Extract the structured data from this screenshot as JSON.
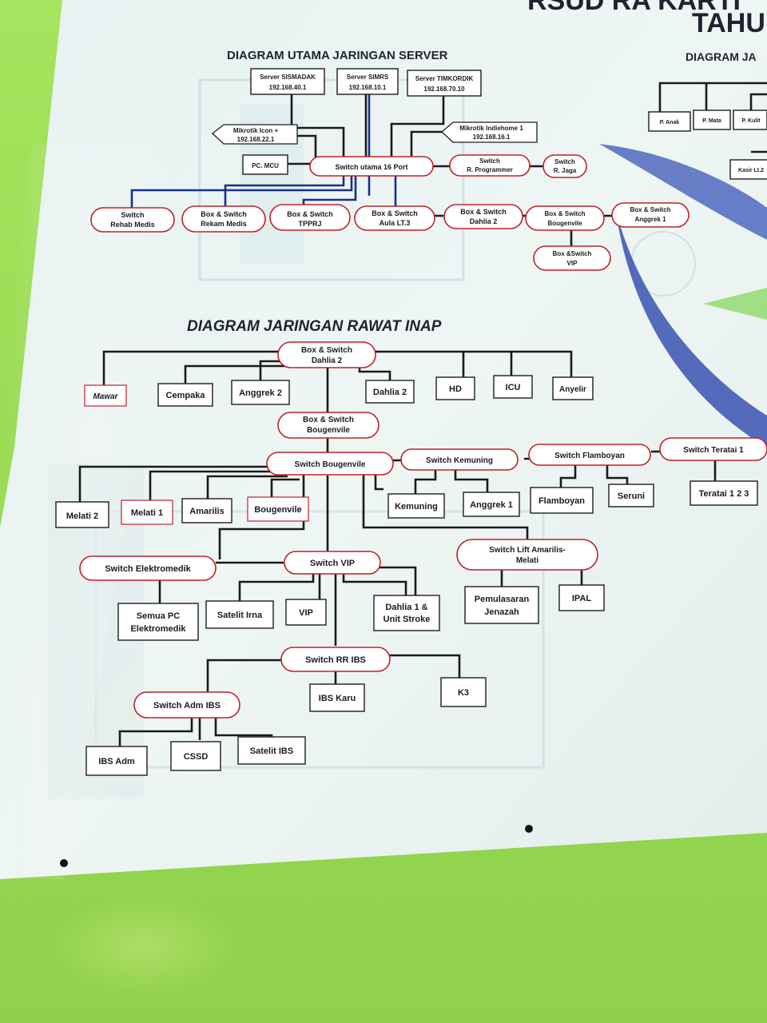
{
  "header": {
    "top_right_line1": "RSUD RA KARTI",
    "top_right_line2": "TAHU"
  },
  "server_diagram": {
    "title": "DIAGRAM UTAMA JARINGAN SERVER",
    "servers": [
      {
        "name": "Server SISMADAK",
        "ip": "192.168.40.1"
      },
      {
        "name": "Server SIMRS",
        "ip": "192.168.10.1"
      },
      {
        "name": "Server TIMKORDIK",
        "ip": "192.168.70.10"
      }
    ],
    "mikrotik_left": {
      "name": "Mikrotik Icon +",
      "ip": "192.168.22.1"
    },
    "mikrotik_right": {
      "name": "Mikrotik Indiehome 1",
      "ip": "192.168.16.1"
    },
    "pc_mcu": "PC. MCU",
    "switch_main": "Switch utama 16 Port",
    "switch_programmer": {
      "line1": "Switch",
      "line2": "R. Programmer"
    },
    "switch_jaga": {
      "line1": "Switch",
      "line2": "R. Jaga"
    },
    "branches": [
      {
        "line1": "Switch",
        "line2": "Rehab Medis"
      },
      {
        "line1": "Box & Switch",
        "line2": "Rekam Medis"
      },
      {
        "line1": "Box & Switch",
        "line2": "TPPRJ"
      },
      {
        "line1": "Box & Switch",
        "line2": "Aula LT.3"
      },
      {
        "line1": "Box & Switch",
        "line2": "Dahlia 2"
      },
      {
        "line1": "Box & Switch",
        "line2": "Bougenvile"
      },
      {
        "line1": "Box & Switch",
        "line2": "Anggrek 1"
      }
    ],
    "vip_box": {
      "line1": "Box &Switch",
      "line2": "VIP"
    }
  },
  "right_diagram": {
    "title": "DIAGRAM JA",
    "nodes": [
      "P. Anak",
      "P. Mata",
      "P. Kulit",
      "Kasir Lt.2"
    ]
  },
  "inpatient_diagram": {
    "title": "DIAGRAM JARINGAN RAWAT INAP",
    "root": {
      "line1": "Box & Switch",
      "line2": "Dahlia 2"
    },
    "root_children": [
      "Mawar",
      "Cempaka",
      "Anggrek 2",
      "Dahlia 2",
      "HD",
      "ICU",
      "Anyelir"
    ],
    "box_bougenvile": {
      "line1": "Box & Switch",
      "line2": "Bougenvile"
    },
    "switch_bougenvile": "Switch Bougenvile",
    "bougenvile_children": [
      "Melati 2",
      "Melati 1",
      "Amarilis",
      "Bougenvile"
    ],
    "switch_kemuning": "Switch Kemuning",
    "kemuning_children": [
      "Kemuning",
      "Anggrek 1"
    ],
    "switch_flamboyan": "Switch Flamboyan",
    "flamboyan_children": [
      "Flamboyan",
      "Seruni"
    ],
    "switch_teratai": "Switch Teratai 1",
    "teratai_children": [
      "Teratai 1 2 3"
    ],
    "switch_elektromedik": "Switch Elektromedik",
    "elektromedik_child": {
      "line1": "Semua PC",
      "line2": "Elektromedik"
    },
    "switch_vip": "Switch VIP",
    "vip_children": [
      "Satelit Irna",
      "VIP"
    ],
    "vip_child_dahlia": {
      "line1": "Dahlia 1 &",
      "line2": "Unit Stroke"
    },
    "switch_lift": {
      "line1": "Switch Lift Amarilis-",
      "line2": "Melati"
    },
    "lift_child_pemulasaran": {
      "line1": "Pemulasaran",
      "line2": "Jenazah"
    },
    "lift_child_ipal": "IPAL",
    "switch_rr_ibs": "Switch RR IBS",
    "rr_ibs_children": [
      "IBS Karu",
      "K3"
    ],
    "switch_adm_ibs": "Switch Adm IBS",
    "adm_ibs_children": [
      "IBS Adm",
      "CSSD",
      "Satelit IBS"
    ]
  },
  "colors": {
    "wall": "#9ee05a",
    "banner": "#eaf3f2",
    "node_outline_red": "#c0202a",
    "line_blue": "#1a2f8a",
    "line_black": "#1a1a1a"
  }
}
